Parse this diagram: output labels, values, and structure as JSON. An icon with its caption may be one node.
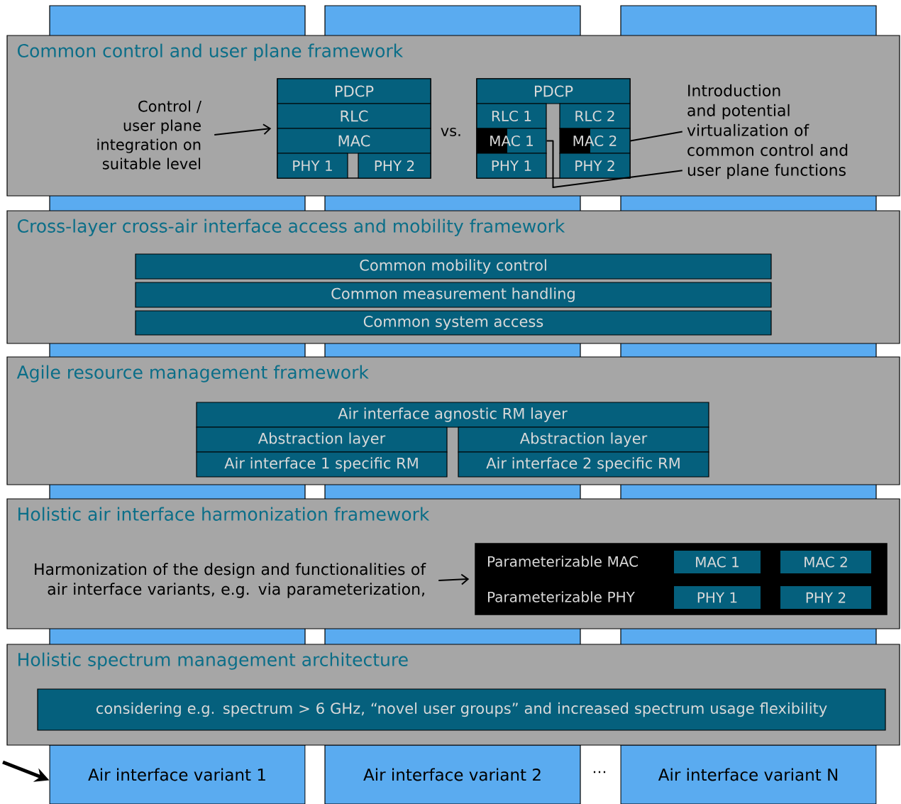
{
  "diagram": {
    "nodes": [
      {
        "text": [
          "Air interface variant 1"
        ]
      },
      {
        "text": [
          "Air interface variant 2"
        ]
      },
      {
        "text": [
          "Air interface variant N"
        ]
      },
      {
        "text": [
          "Common control and user plane framework"
        ]
      },
      {
        "text": [
          "Control / user plane integration on suitable level"
        ],
        "in": 3
      },
      {
        "text": [],
        "shape": "box",
        "in": 3
      },
      {
        "text": [
          "PDCP"
        ],
        "in": 5
      },
      {
        "text": [
          "RLC"
        ],
        "in": 5
      },
      {
        "text": [
          "MAC"
        ],
        "in": 5
      },
      {
        "text": [
          "PHY 1"
        ],
        "in": 5
      },
      {
        "text": [
          "PHY 2"
        ],
        "in": 5
      },
      {
        "text": [],
        "shape": "box",
        "in": 3
      },
      {
        "text": [
          "PDCP"
        ],
        "in": 11
      },
      {
        "text": [
          "RLC 1"
        ],
        "in": 11
      },
      {
        "text": [
          "RLC 2"
        ],
        "in": 11
      },
      {
        "text": [
          "MAC 1"
        ],
        "in": 11
      },
      {
        "text": [
          "MAC 2"
        ],
        "in": 11
      },
      {
        "text": [
          "PHY 1"
        ],
        "in": 11
      },
      {
        "text": [
          "PHY 2"
        ],
        "in": 11
      },
      {
        "text": [
          "Introduction and potential virtualization of common control and user plane functions"
        ],
        "in": 3
      },
      {
        "text": [
          "Cross-layer cross-air interface access and mobility framework"
        ]
      },
      {
        "text": [
          "Common mobility control"
        ],
        "in": 20
      },
      {
        "text": [
          "Common measurement handling"
        ],
        "in": 20
      },
      {
        "text": [
          "Common system access"
        ],
        "in": 20
      },
      {
        "text": [
          "Agile resource management framework"
        ]
      },
      {
        "text": [
          "Air interface agnostic RM layer"
        ],
        "in": 24
      },
      {
        "text": [
          "Abstraction layer"
        ],
        "in": 24
      },
      {
        "text": [
          "Abstraction layer"
        ],
        "in": 24
      },
      {
        "text": [
          "Air interface 1 specific RM"
        ],
        "in": 24
      },
      {
        "text": [
          "Air interface 2 specific RM"
        ],
        "in": 24
      },
      {
        "text": [
          "Holistic air interface harmonization framework"
        ]
      },
      {
        "text": [
          "Harmonization of the design and functionalities of air interface variants, e.g. via parameterization,"
        ],
        "in": 30
      },
      {
        "text": [],
        "shape": "box",
        "in": 30
      },
      {
        "text": [
          "Parameterizable MAC"
        ],
        "in": 32
      },
      {
        "text": [
          "MAC 1"
        ],
        "in": 32
      },
      {
        "text": [
          "MAC 2"
        ],
        "in": 32
      },
      {
        "text": [
          "Parameterizable PHY"
        ],
        "in": 32
      },
      {
        "text": [
          "PHY 1"
        ],
        "in": 32
      },
      {
        "text": [
          "PHY 2"
        ],
        "in": 32
      },
      {
        "text": [
          "Holistic spectrum management architecture"
        ]
      },
      {
        "text": [
          "considering e.g. spectrum > 6 GHz, “novel user groups” and increased spectrum usage flexibility"
        ],
        "in": 39
      }
    ],
    "edges": [
      {
        "from": 4,
        "to": 5,
        "arrow": "to"
      },
      {
        "from": 19,
        "to": 15,
        "arrow": "none"
      },
      {
        "from": 19,
        "to": 16,
        "arrow": "none"
      },
      {
        "from": 31,
        "to": 32,
        "arrow": "to"
      },
      {
        "from": null,
        "to": 0,
        "arrow": "to",
        "style": "thick"
      }
    ],
    "labels": [
      "vs.",
      "…"
    ]
  }
}
